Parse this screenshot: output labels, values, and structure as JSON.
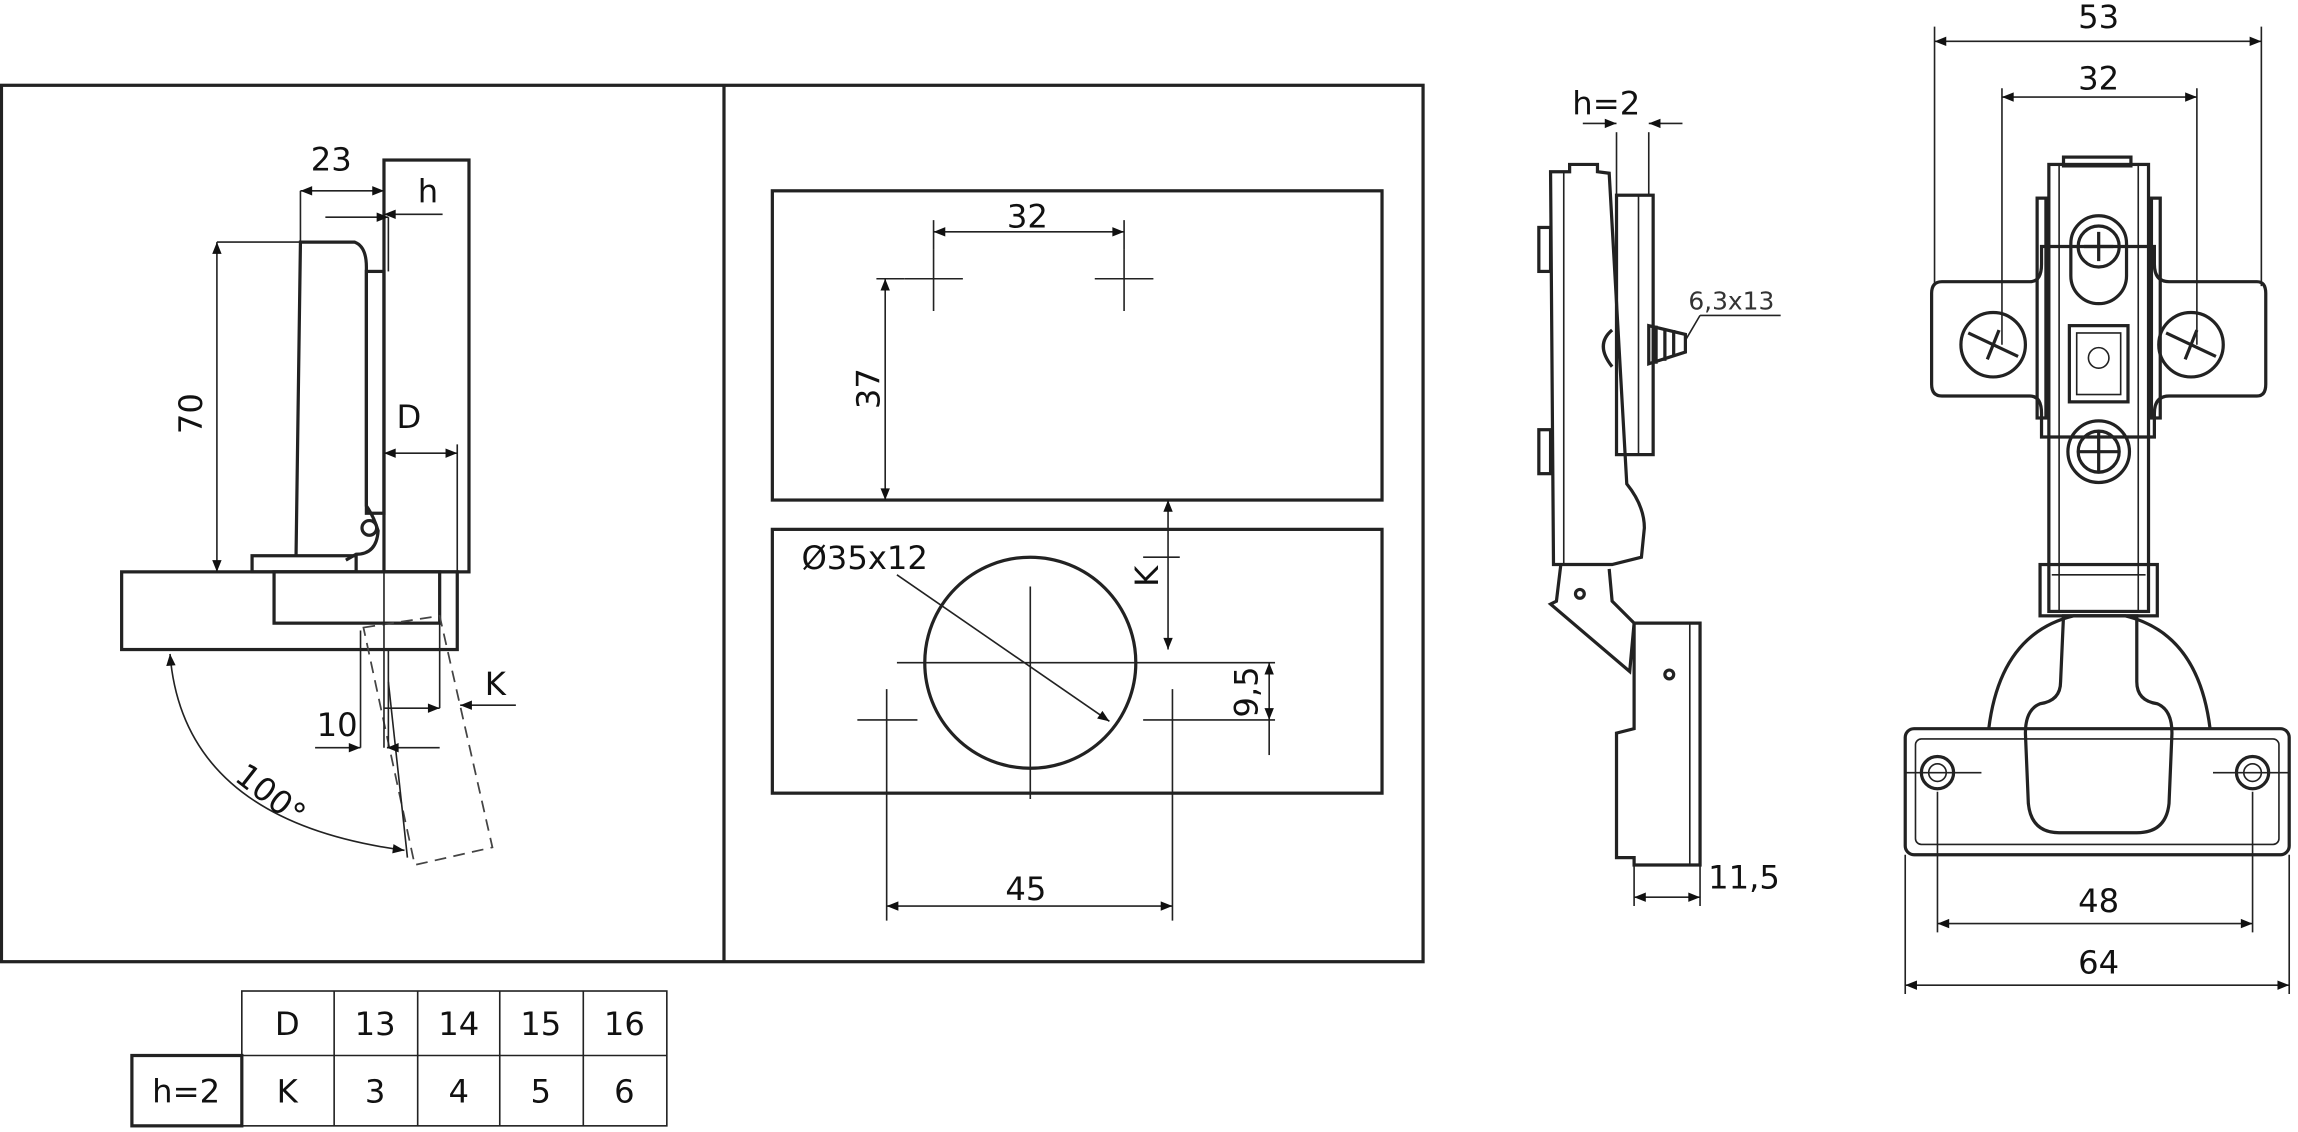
{
  "side_view": {
    "dim_height": "70",
    "dim_width": "23",
    "dim_h": "h",
    "dim_d": "D",
    "dim_k": "K",
    "dim_10": "10",
    "angle": "100°"
  },
  "drilling_view": {
    "dim_spacing": "32",
    "dim_vertical": "37",
    "cup_hole": "Ø35x12",
    "dim_k": "K",
    "dim_offset": "9,5",
    "dim_45": "45"
  },
  "profile_view": {
    "dim_h": "h=2",
    "screw": "6,3x13",
    "dim_depth": "11,5"
  },
  "front_view": {
    "dim_53": "53",
    "dim_32": "32",
    "dim_48": "48",
    "dim_64": "64"
  },
  "table": {
    "row_label": "h=2",
    "headers": [
      "D",
      "13",
      "14",
      "15",
      "16"
    ],
    "values": [
      "K",
      "3",
      "4",
      "5",
      "6"
    ]
  }
}
